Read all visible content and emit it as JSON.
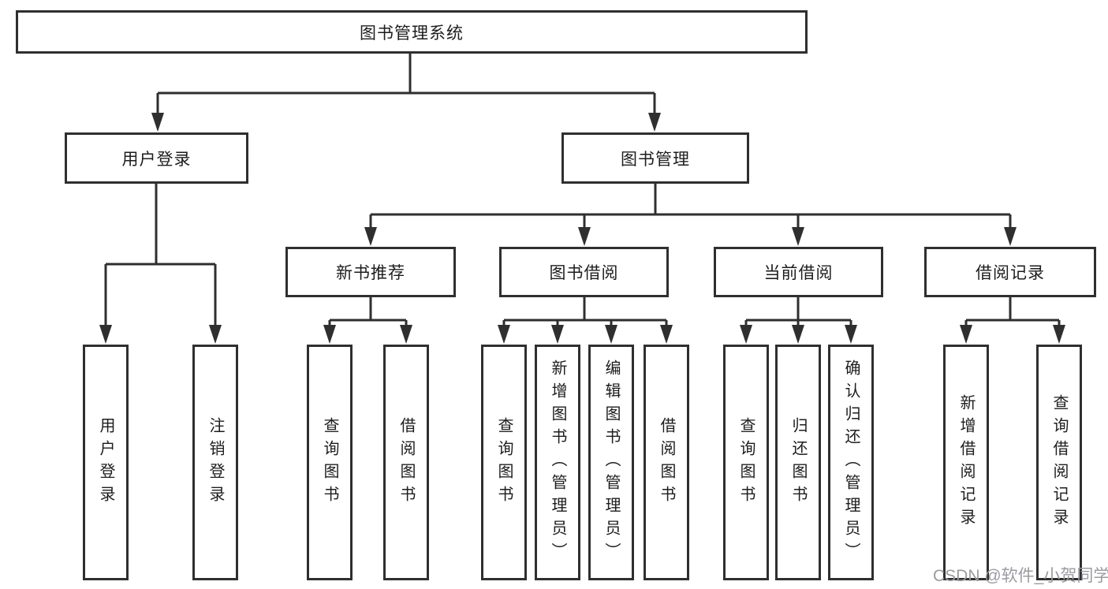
{
  "tree": {
    "label": "图书管理系统",
    "children": [
      {
        "label": "用户登录",
        "children": [
          {
            "label": "用户登录"
          },
          {
            "label": "注销登录"
          }
        ]
      },
      {
        "label": "图书管理",
        "children": [
          {
            "label": "新书推荐",
            "children": [
              {
                "label": "查询图书"
              },
              {
                "label": "借阅图书"
              }
            ]
          },
          {
            "label": "图书借阅",
            "children": [
              {
                "label": "查询图书"
              },
              {
                "label": "新增图书（管理员）"
              },
              {
                "label": "编辑图书（管理员）"
              },
              {
                "label": "借阅图书"
              }
            ]
          },
          {
            "label": "当前借阅",
            "children": [
              {
                "label": "查询图书"
              },
              {
                "label": "归还图书"
              },
              {
                "label": "确认归还（管理员）"
              }
            ]
          },
          {
            "label": "借阅记录",
            "children": [
              {
                "label": "新增借阅记录"
              },
              {
                "label": "查询借阅记录"
              }
            ]
          }
        ]
      }
    ]
  },
  "watermark": {
    "text": "CSDN @软件_小贺同学"
  },
  "colors": {
    "line": "#2f2f2f",
    "box_fill": "#ffffff",
    "text": "#1d1d1d",
    "watermark": "#9b9ba1",
    "background": "#ffffff"
  }
}
